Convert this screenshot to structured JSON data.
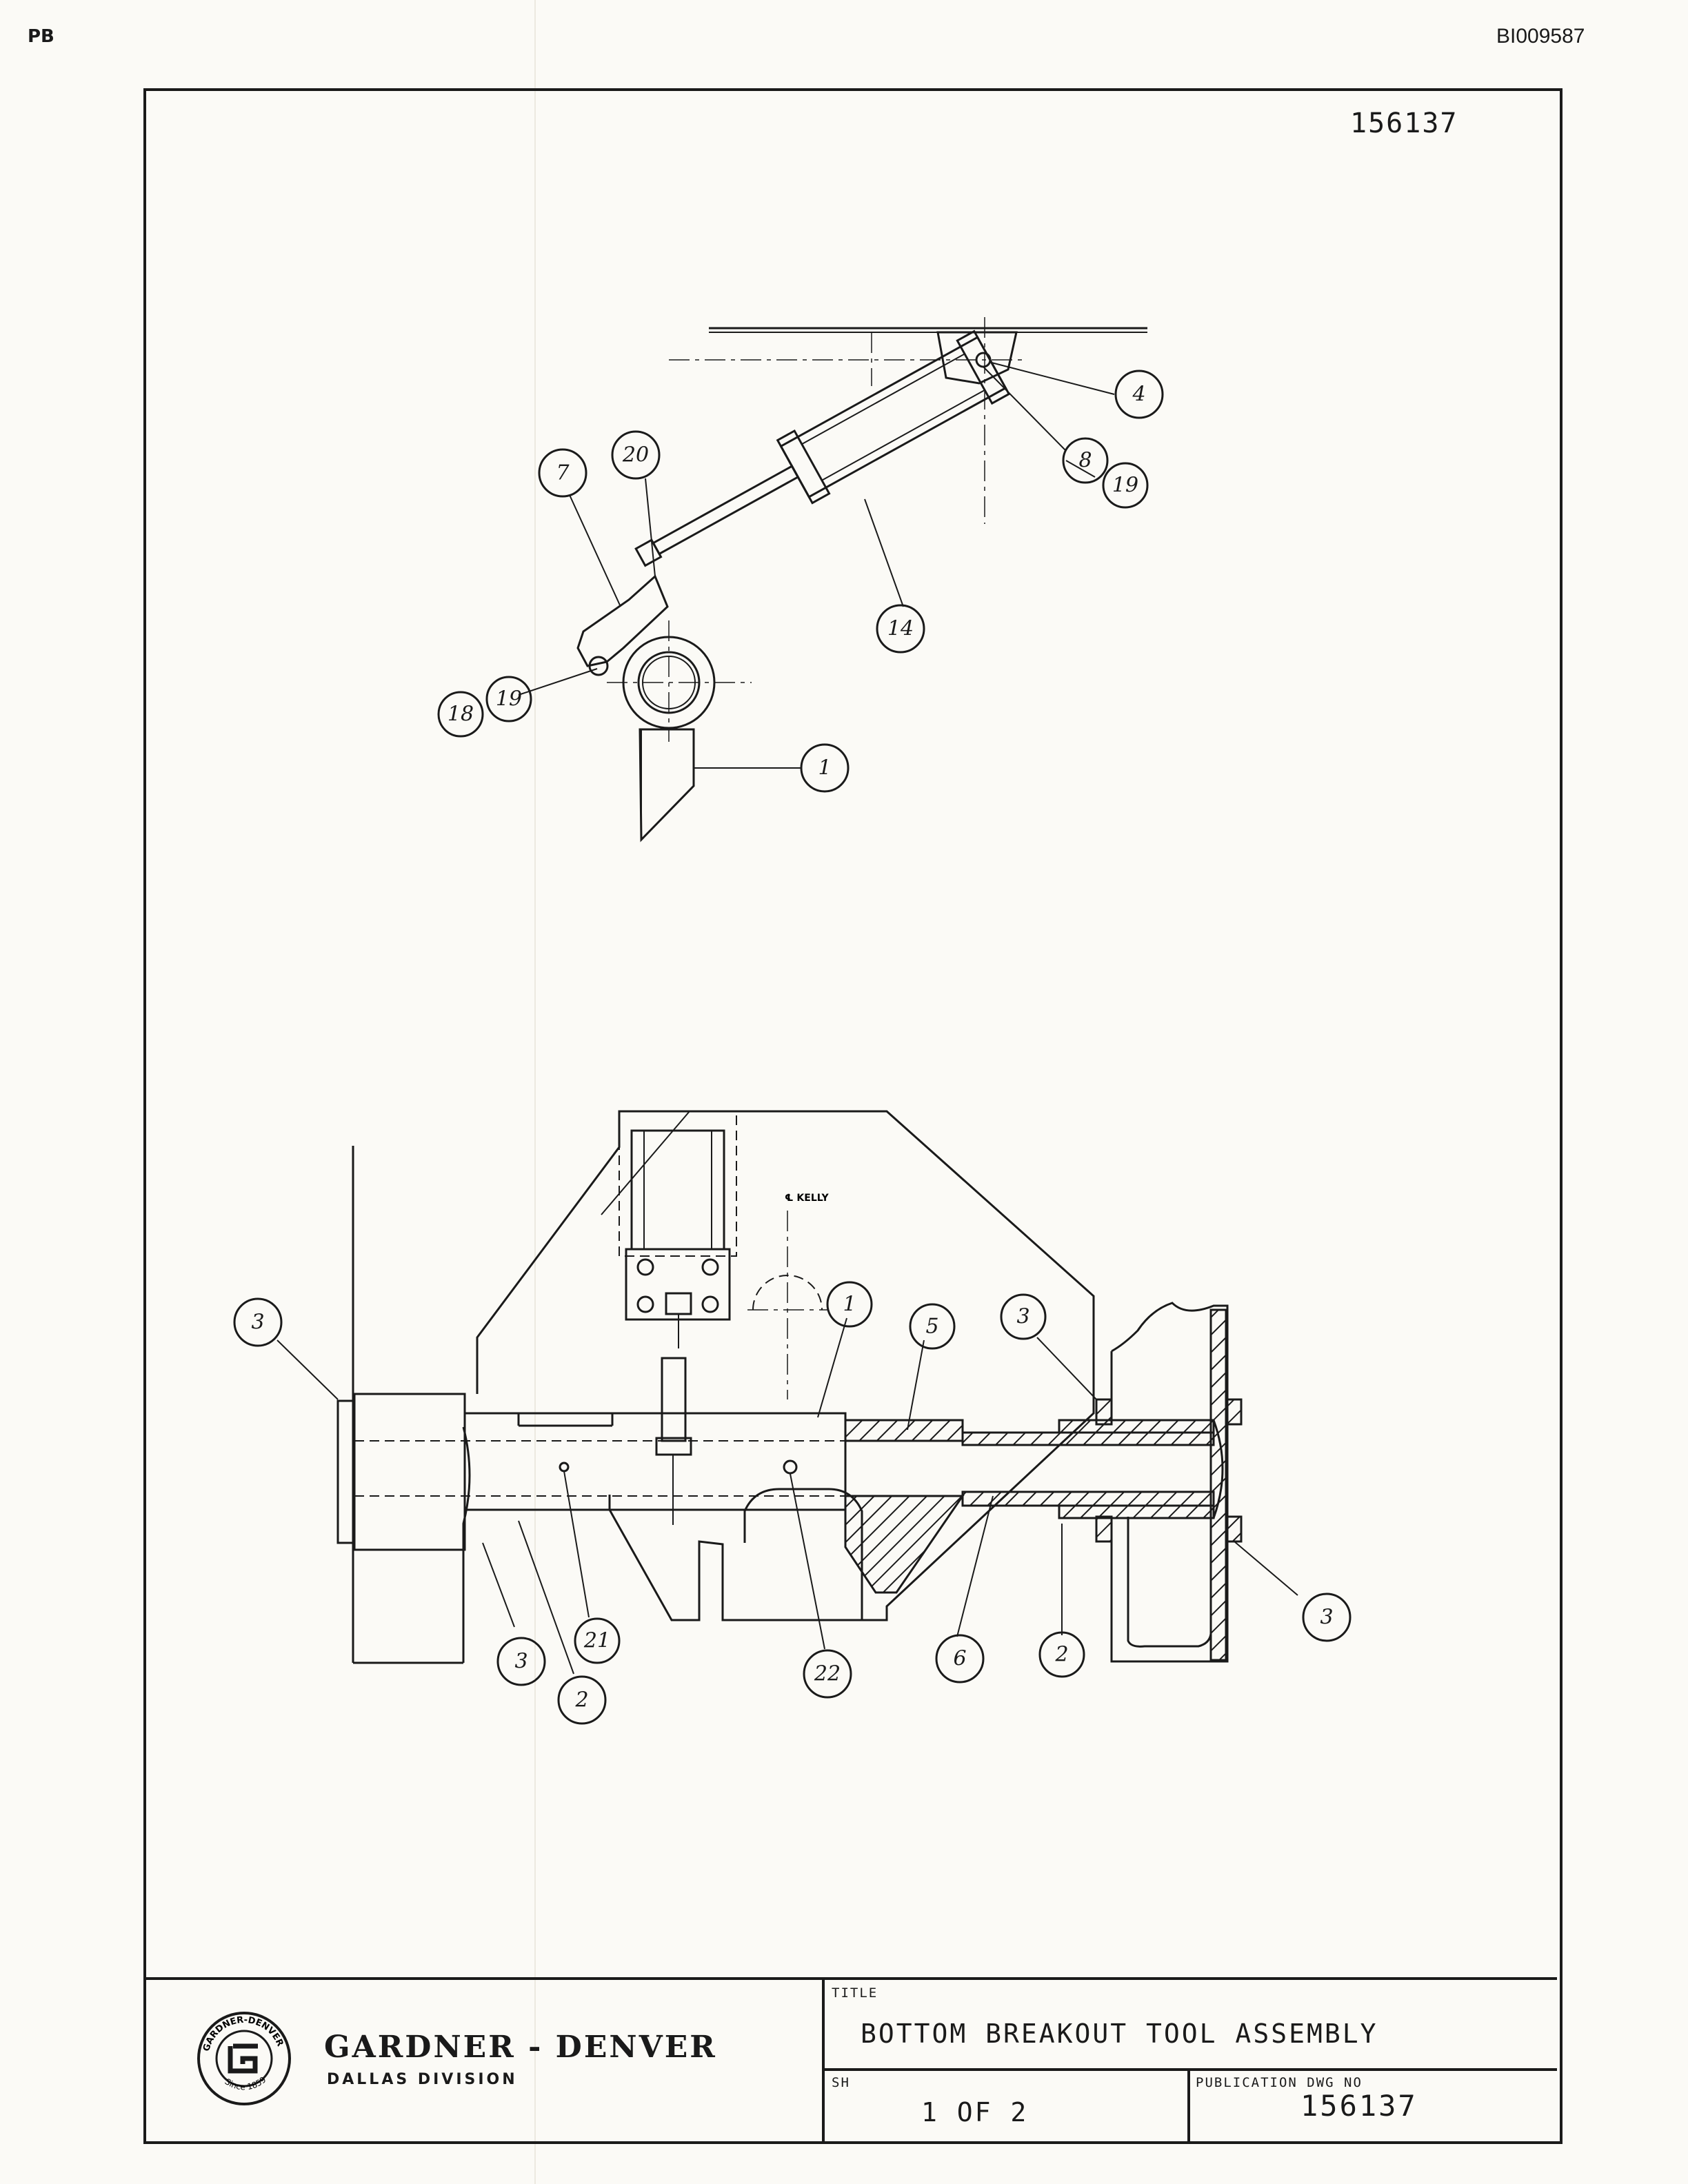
{
  "header": {
    "corner_mark": "PB",
    "document_id": "BI009587",
    "drawing_number_top": "156137"
  },
  "upper_view": {
    "callouts": [
      "4",
      "8",
      "19",
      "7",
      "20",
      "14",
      "18",
      "19",
      "1"
    ]
  },
  "lower_view": {
    "centerline_label": "℄ KELLY",
    "callouts": [
      "3",
      "1",
      "5",
      "3",
      "3",
      "21",
      "2",
      "22",
      "6",
      "2",
      "3"
    ]
  },
  "title_block": {
    "company": "GARDNER - DENVER",
    "division": "DALLAS DIVISION",
    "seal": {
      "top_text": "GARDNER-DENVER",
      "bottom_text": "Since 1859"
    },
    "title_label": "TITLE",
    "title": "BOTTOM BREAKOUT TOOL ASSEMBLY",
    "sheet_label": "SH",
    "sheet": "1 OF 2",
    "pub_label": "PUBLICATION DWG NO",
    "pub_number": "156137"
  }
}
